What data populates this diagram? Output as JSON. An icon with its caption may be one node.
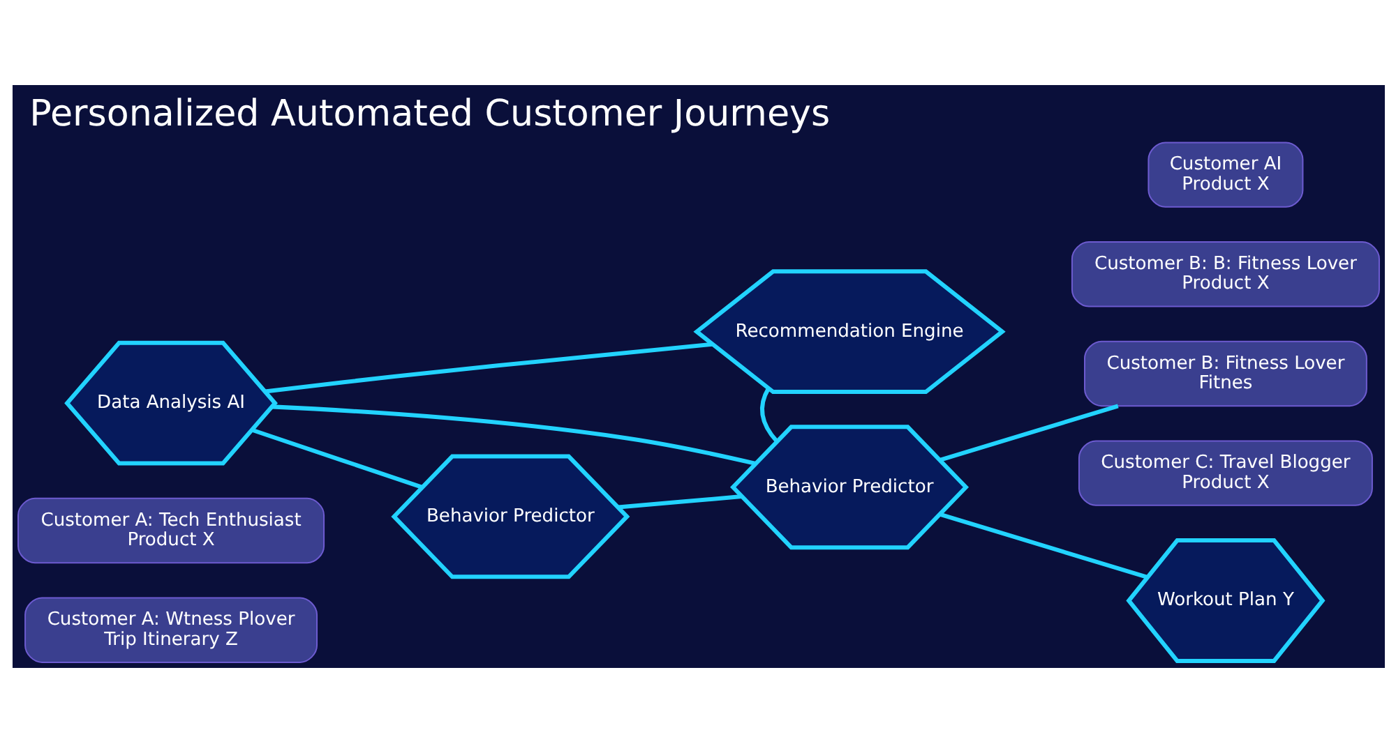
{
  "diagram": {
    "title": "Personalized Automated Customer Journeys",
    "nodes": [
      {
        "text": [
          "Customer AI",
          "Product X"
        ]
      },
      {
        "text": [
          "Data Analysis AI"
        ]
      },
      {
        "text": [
          "Recommendation Engine"
        ]
      },
      {
        "text": [
          "Customer B: B: Fitness Lover",
          "Product X"
        ]
      },
      {
        "text": [
          "Customer B: Fitness Lover",
          "Fitnes"
        ]
      },
      {
        "text": [
          "Customer A: Tech Enthusiast",
          "Product X"
        ]
      },
      {
        "text": [
          "Behavior Predictor"
        ]
      },
      {
        "text": [
          "Behavior Predictor"
        ]
      },
      {
        "text": [
          "Workout Plan Y"
        ]
      },
      {
        "text": [
          "Customer C: Travel Blogger",
          "Product X"
        ]
      },
      {
        "text": [
          "Customer A: Wtness Plover",
          "Trip Itinerary Z"
        ]
      }
    ],
    "edges": [
      {
        "from": 1,
        "to": 2,
        "arrow": "none"
      },
      {
        "from": 1,
        "to": 6,
        "arrow": "none"
      },
      {
        "from": 1,
        "to": 7,
        "arrow": "none"
      },
      {
        "from": 2,
        "to": 6,
        "arrow": "none"
      },
      {
        "from": 7,
        "to": 6,
        "arrow": "none"
      },
      {
        "from": 6,
        "to": 8,
        "arrow": "none"
      },
      {
        "from": 6,
        "to": 4,
        "arrow": "none"
      }
    ]
  }
}
